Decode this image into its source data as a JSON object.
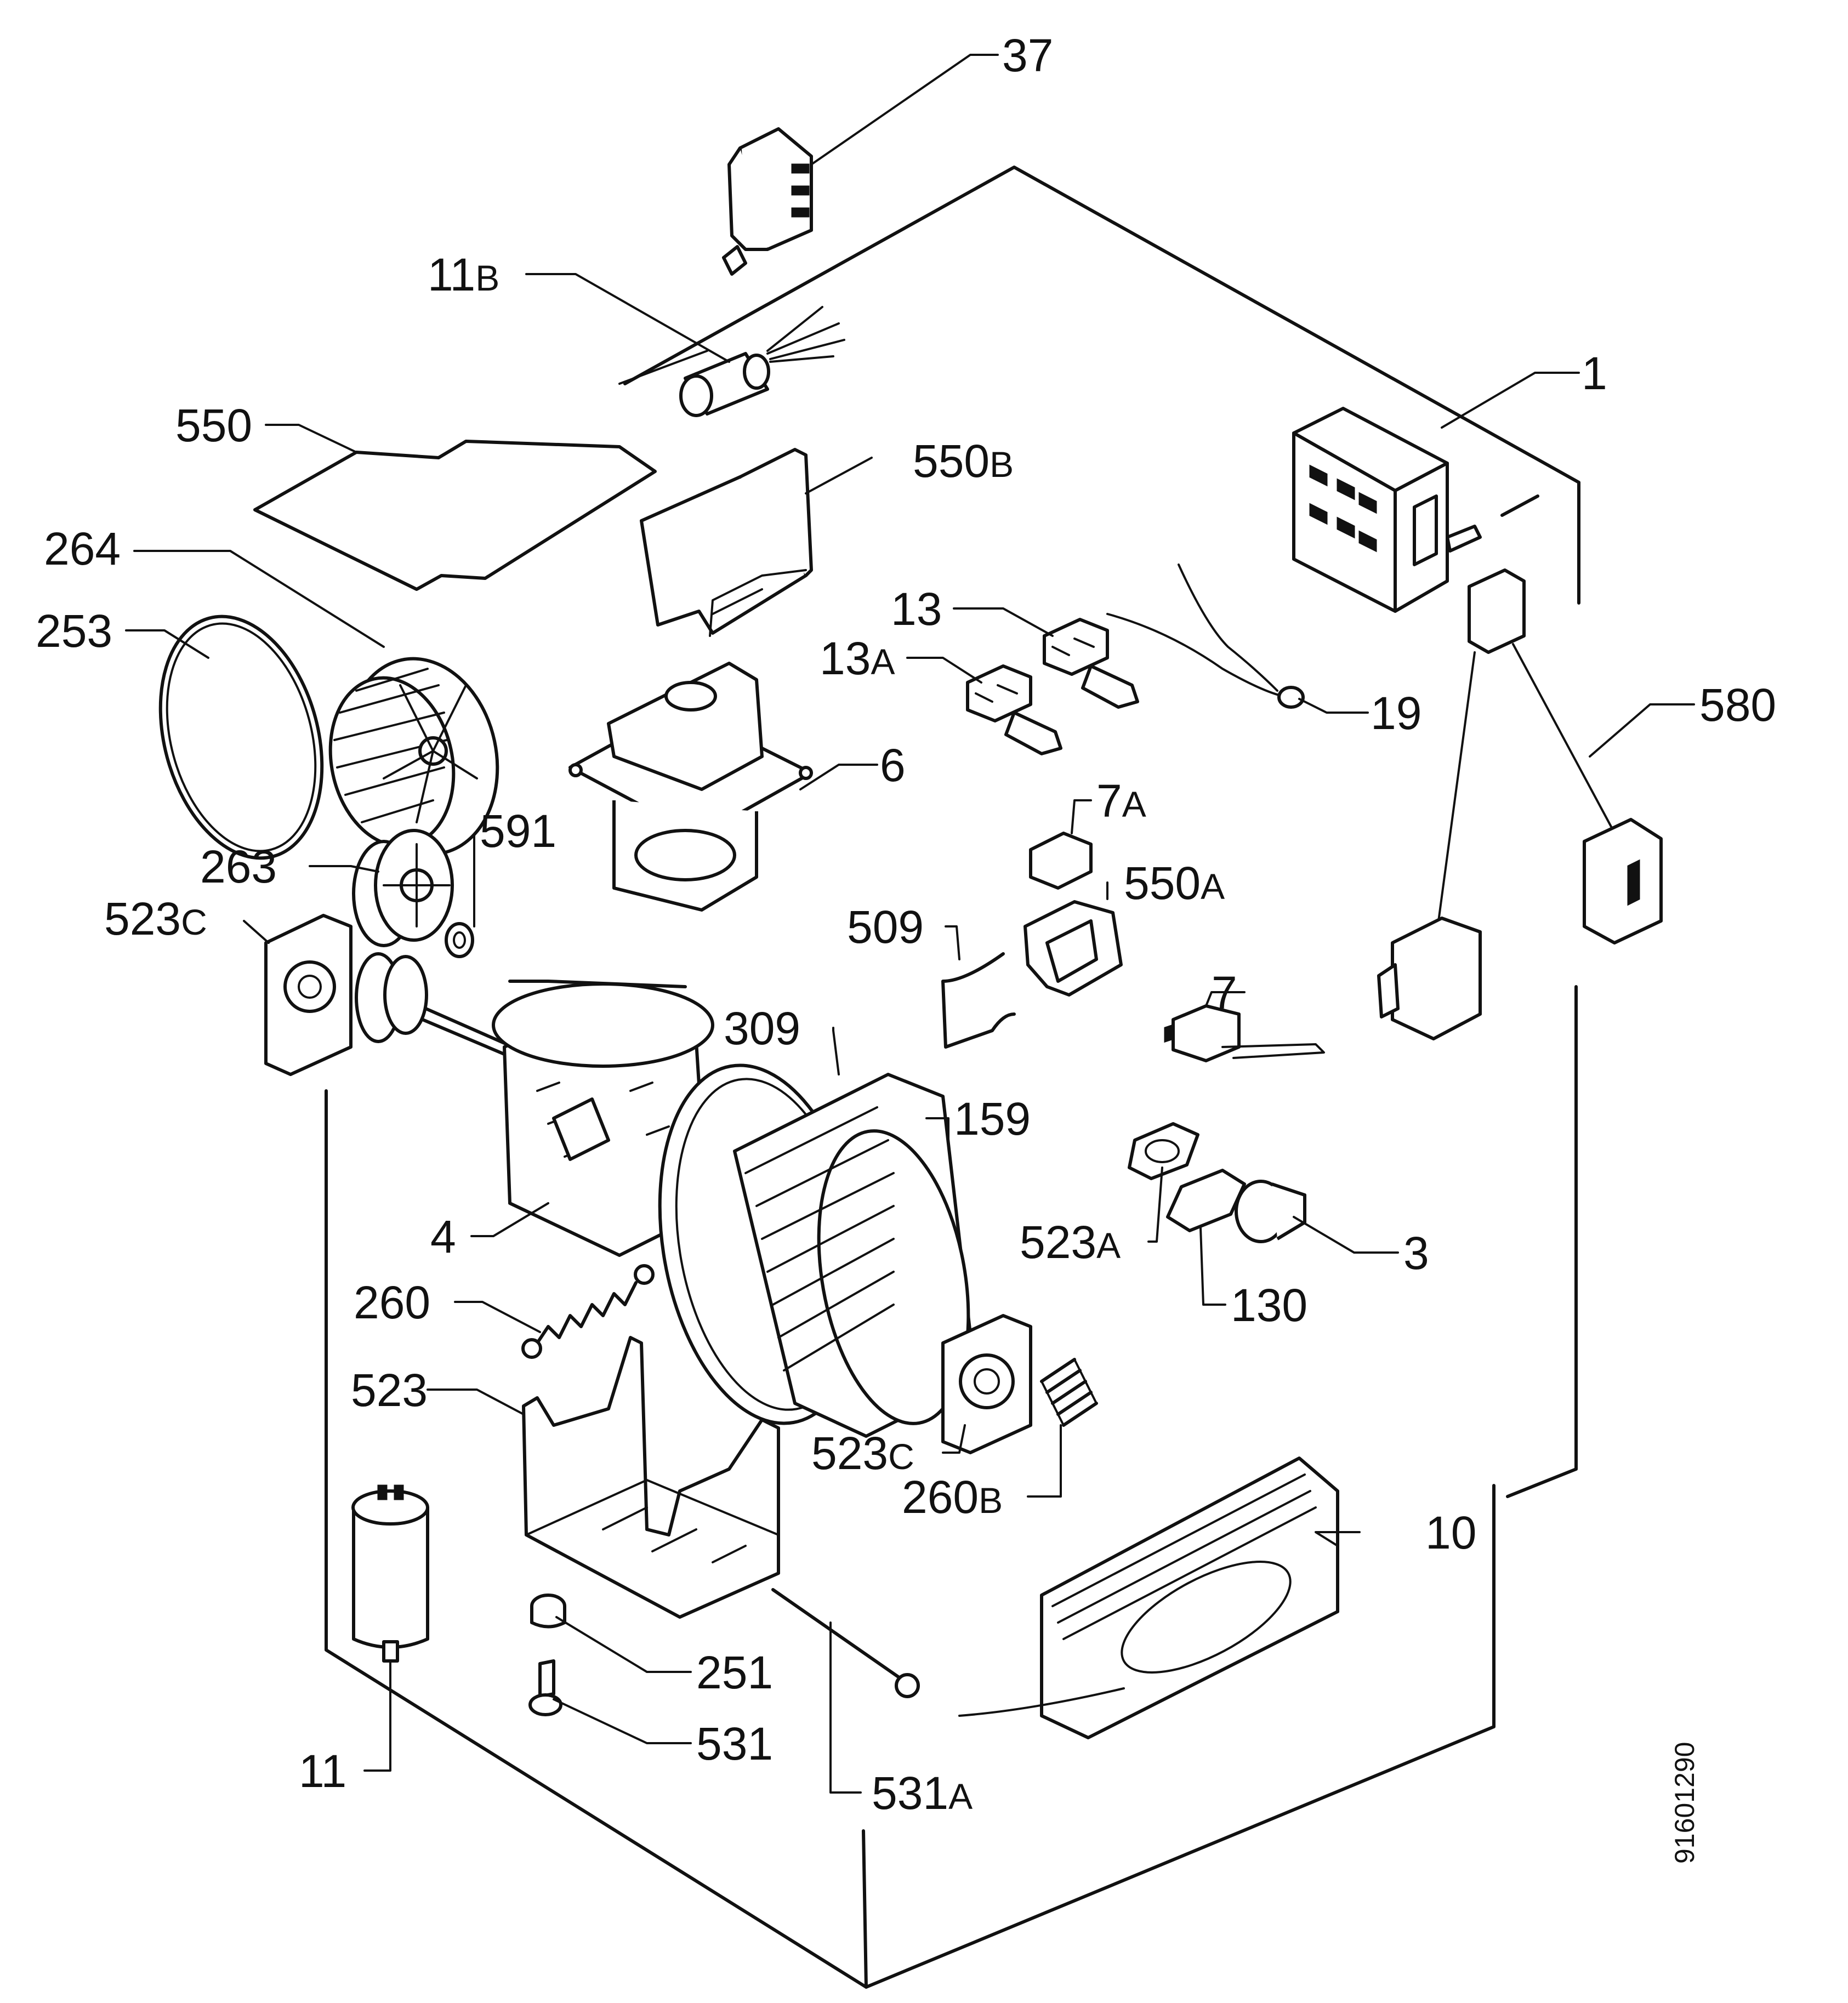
{
  "diagram": {
    "code": "91601290",
    "callouts": [
      {
        "id": "37",
        "num": "37",
        "sfx": ""
      },
      {
        "id": "11b",
        "num": "11",
        "sfx": "B"
      },
      {
        "id": "1",
        "num": "1",
        "sfx": ""
      },
      {
        "id": "550",
        "num": "550",
        "sfx": ""
      },
      {
        "id": "550b",
        "num": "550",
        "sfx": "B"
      },
      {
        "id": "264",
        "num": "264",
        "sfx": ""
      },
      {
        "id": "253",
        "num": "253",
        "sfx": ""
      },
      {
        "id": "13",
        "num": "13",
        "sfx": ""
      },
      {
        "id": "13a",
        "num": "13",
        "sfx": "A"
      },
      {
        "id": "19",
        "num": "19",
        "sfx": ""
      },
      {
        "id": "580",
        "num": "580",
        "sfx": ""
      },
      {
        "id": "6",
        "num": "6",
        "sfx": ""
      },
      {
        "id": "591",
        "num": "591",
        "sfx": ""
      },
      {
        "id": "263",
        "num": "263",
        "sfx": ""
      },
      {
        "id": "7a",
        "num": "7",
        "sfx": "A"
      },
      {
        "id": "550a",
        "num": "550",
        "sfx": "A"
      },
      {
        "id": "523c-left",
        "num": "523",
        "sfx": "C"
      },
      {
        "id": "509",
        "num": "509",
        "sfx": ""
      },
      {
        "id": "7",
        "num": "7",
        "sfx": ""
      },
      {
        "id": "309",
        "num": "309",
        "sfx": ""
      },
      {
        "id": "159",
        "num": "159",
        "sfx": ""
      },
      {
        "id": "523a",
        "num": "523",
        "sfx": "A"
      },
      {
        "id": "3",
        "num": "3",
        "sfx": ""
      },
      {
        "id": "4",
        "num": "4",
        "sfx": ""
      },
      {
        "id": "130",
        "num": "130",
        "sfx": ""
      },
      {
        "id": "260",
        "num": "260",
        "sfx": ""
      },
      {
        "id": "523",
        "num": "523",
        "sfx": ""
      },
      {
        "id": "523c-right",
        "num": "523",
        "sfx": "C"
      },
      {
        "id": "260b",
        "num": "260",
        "sfx": "B"
      },
      {
        "id": "10",
        "num": "10",
        "sfx": ""
      },
      {
        "id": "251",
        "num": "251",
        "sfx": ""
      },
      {
        "id": "531",
        "num": "531",
        "sfx": ""
      },
      {
        "id": "11",
        "num": "11",
        "sfx": ""
      },
      {
        "id": "531a",
        "num": "531",
        "sfx": "A"
      }
    ]
  }
}
